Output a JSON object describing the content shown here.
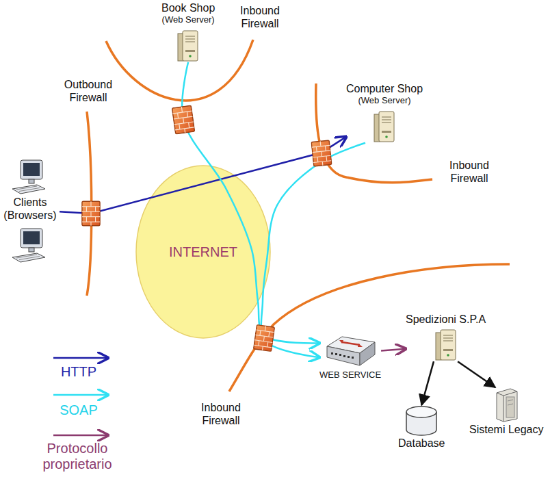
{
  "diagram": {
    "nodes": [
      {
        "text": [
          "Book Shop",
          "(Web Server)"
        ]
      },
      {
        "text": [
          "Computer Shop",
          "(Web Server)"
        ]
      },
      {
        "text": [
          "Clients (Browsers)"
        ]
      },
      {
        "text": [
          "INTERNET"
        ]
      },
      {
        "text": [
          "WEB SERVICE"
        ]
      },
      {
        "text": [
          "Spedizioni S.P.A"
        ]
      },
      {
        "text": [
          "Database"
        ]
      },
      {
        "text": [
          "Sistemi Legacy"
        ]
      }
    ],
    "edges": [
      {
        "from": 2,
        "to": 1,
        "arrow": "to"
      },
      {
        "from": 0,
        "to": 4,
        "arrow": "to"
      },
      {
        "from": 1,
        "to": 4,
        "arrow": "to"
      },
      {
        "from": 4,
        "to": 5,
        "arrow": "to"
      },
      {
        "from": 5,
        "to": 6,
        "arrow": "to"
      },
      {
        "from": 5,
        "to": 7,
        "arrow": "to"
      }
    ],
    "labels": [
      "Inbound Firewall",
      "Outbound Firewall",
      "Inbound Firewall",
      "Inbound Firewall"
    ],
    "legend": [
      {
        "text": "HTTP"
      },
      {
        "text": "SOAP"
      },
      {
        "text": "Protocollo proprietario"
      }
    ]
  }
}
